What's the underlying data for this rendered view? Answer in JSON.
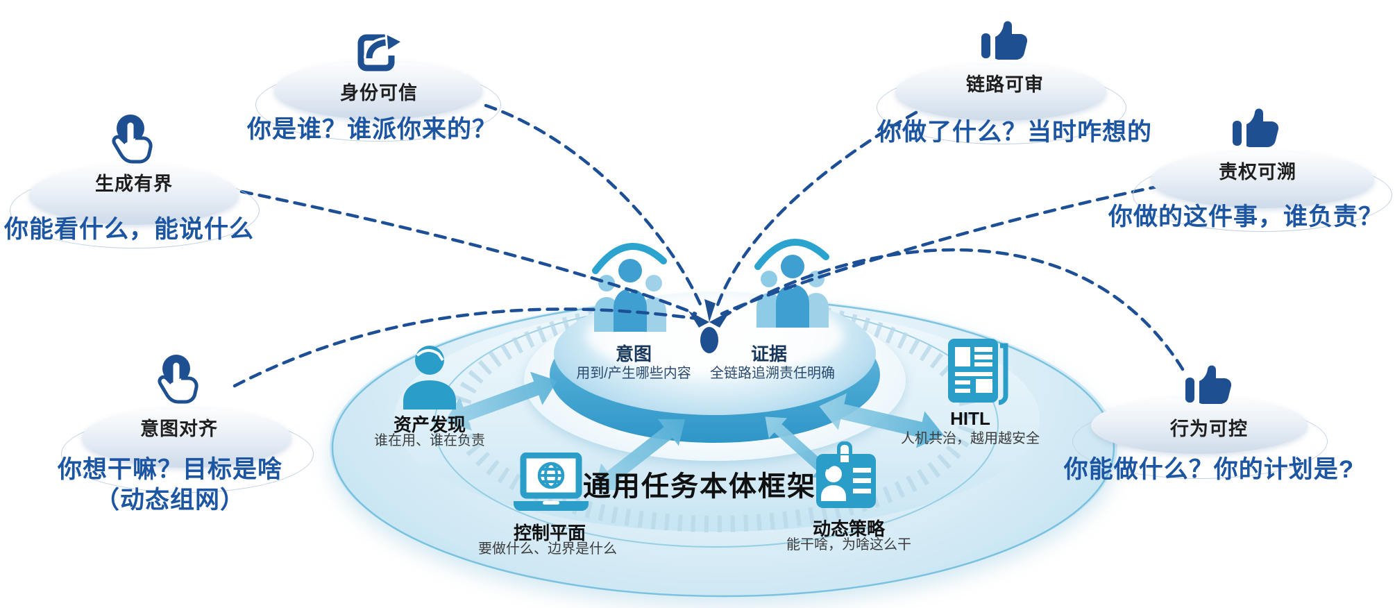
{
  "diagram": {
    "title": "通用任务本体框架",
    "accent_colors": {
      "navy": "#1d4f91",
      "question_blue": "#1c55a2",
      "teal": "#2b9dc9",
      "platform_blue": "#2e96c8"
    }
  },
  "bubbles": [
    {
      "id": "identity",
      "icon": "share-icon",
      "label": "身份可信",
      "question": "你是谁？谁派你来的？"
    },
    {
      "id": "generation",
      "icon": "click-hand-icon",
      "label": "生成有界",
      "question": "你能看什么，能说什么"
    },
    {
      "id": "intent-align",
      "icon": "click-hand-icon",
      "label": "意图对齐",
      "question": "你想干嘛？目标是啥",
      "question_line2": "（动态组网）"
    },
    {
      "id": "audit",
      "icon": "thumbs-up-icon",
      "label": "链路可审",
      "question": "你做了什么？当时咋想的"
    },
    {
      "id": "accountability",
      "icon": "thumbs-up-icon",
      "label": "责权可溯",
      "question": "你做的这件事，谁负责？"
    },
    {
      "id": "behavior",
      "icon": "thumbs-up-icon",
      "label": "行为可控",
      "question": "你能做什么？你的计划是?"
    }
  ],
  "nodes": [
    {
      "id": "intent",
      "icon": "people-group-icon",
      "label": "意图",
      "desc": "用到/产生哪些内容"
    },
    {
      "id": "evidence",
      "icon": "people-group-icon",
      "label": "证据",
      "desc": "全链路追溯责任明确"
    },
    {
      "id": "asset",
      "icon": "person-icon",
      "label": "资产发现",
      "desc": "谁在用、谁在负责"
    },
    {
      "id": "hitl",
      "icon": "newspaper-icon",
      "label": "HITL",
      "desc": "人机共治，越用越安全"
    },
    {
      "id": "control",
      "icon": "laptop-globe-icon",
      "label": "控制平面",
      "desc": "要做什么、边界是什么"
    },
    {
      "id": "policy",
      "icon": "id-badge-icon",
      "label": "动态策略",
      "desc": "能干啥，为啥这么干"
    }
  ]
}
